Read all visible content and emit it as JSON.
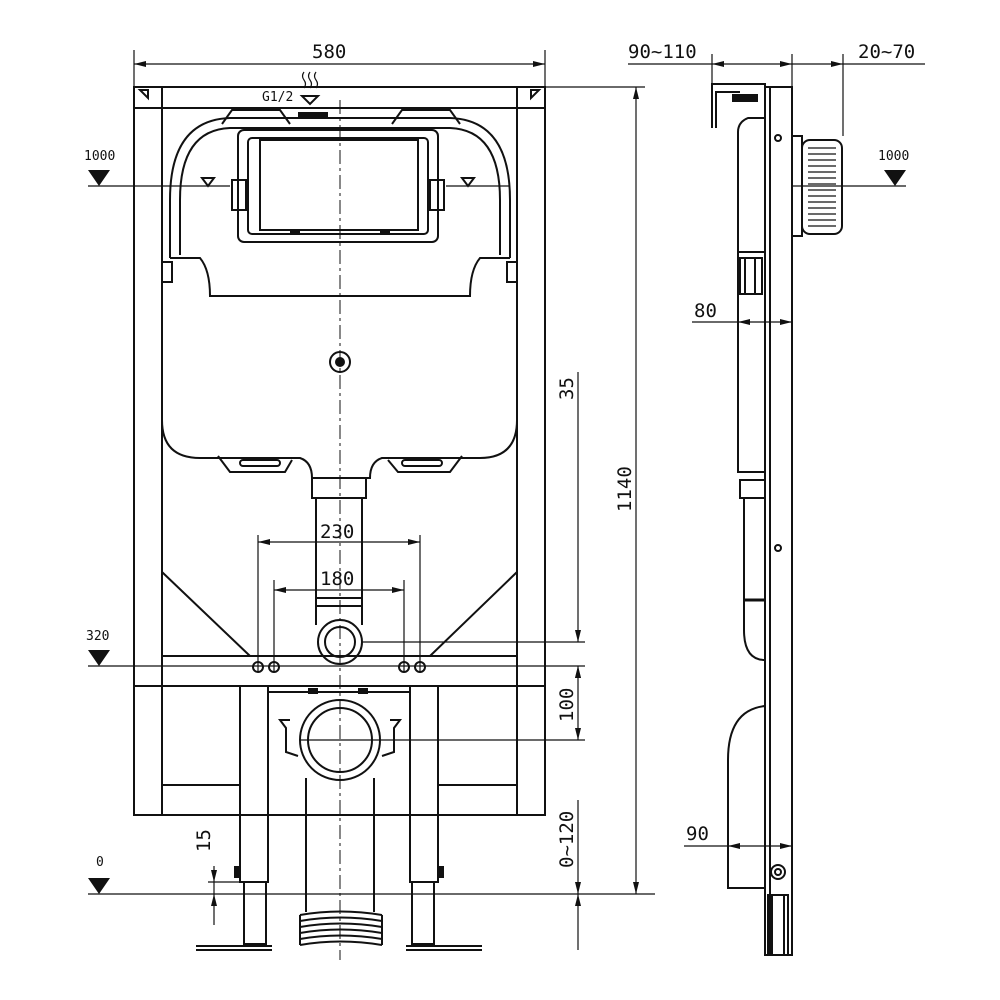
{
  "dimensions": {
    "frame_width": "580",
    "side_depth": "90~110",
    "side_adjust": "20~70",
    "level_top_left": "1000",
    "level_top_right": "1000",
    "inlet_label": "G1/2",
    "spacing_outer": "230",
    "spacing_inner": "180",
    "offset_35": "35",
    "total_height": "1140",
    "level_320": "320",
    "offset_100": "100",
    "level_0": "0",
    "foot_15": "15",
    "foot_range": "0~120",
    "side_80": "80",
    "side_90": "90"
  },
  "icons": {
    "level_marker": "triangle-down-icon",
    "inlet_marker": "water-inlet-icon"
  }
}
